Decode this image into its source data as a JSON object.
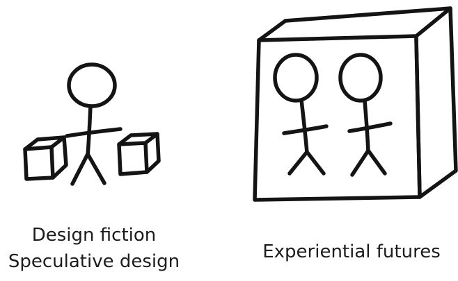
{
  "left_panel": {
    "caption_lines": [
      "Design fiction",
      "Speculative design"
    ],
    "figure": "stick figure between two small cubes"
  },
  "right_panel": {
    "caption": "Experiential futures",
    "figure": "two stick figures inside a large open box"
  },
  "colors": {
    "ink": "#141414",
    "background": "#ffffff"
  }
}
